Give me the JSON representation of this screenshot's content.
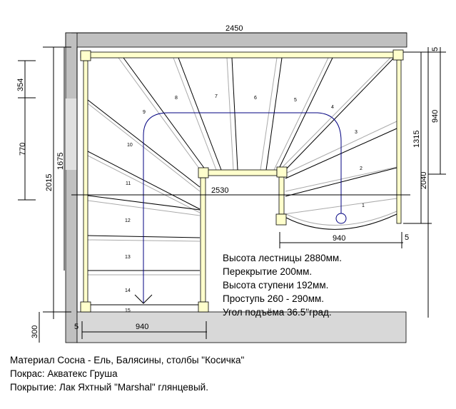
{
  "dimensions": {
    "top_width": "2450",
    "left_354": "354",
    "left_770": "770",
    "left_2015": "2015",
    "left_1675": "1675",
    "left_300": "300",
    "bottom_gap": "5",
    "bottom_940": "940",
    "center_2530": "2530",
    "right_940_bottom": "940",
    "right_gap_bottom": "5",
    "right_1315": "1315",
    "right_2040": "2040",
    "right_940": "940",
    "right_gap_top": "5"
  },
  "steps": [
    "1",
    "2",
    "3",
    "4",
    "5",
    "6",
    "7",
    "8",
    "9",
    "10",
    "11",
    "12",
    "13",
    "14",
    "15"
  ],
  "notes": [
    "Высота лестницы 2880мм.",
    "Перекрытие 200мм.",
    "Высота ступени 192мм.",
    "Проступь 260 - 290мм.",
    "Угол подъёма 36.5\"град."
  ],
  "footer": [
    "Материал Сосна - Ель, Балясины, столбы \"Косичка\"",
    "Покрас: Акватекс Груша",
    "Покрытие: Лак Яхтный \"Marshal\" глянцевый."
  ],
  "colors": {
    "wall": "#c0c0c0",
    "beam": "#ffffcc",
    "walkline": "#000080"
  }
}
